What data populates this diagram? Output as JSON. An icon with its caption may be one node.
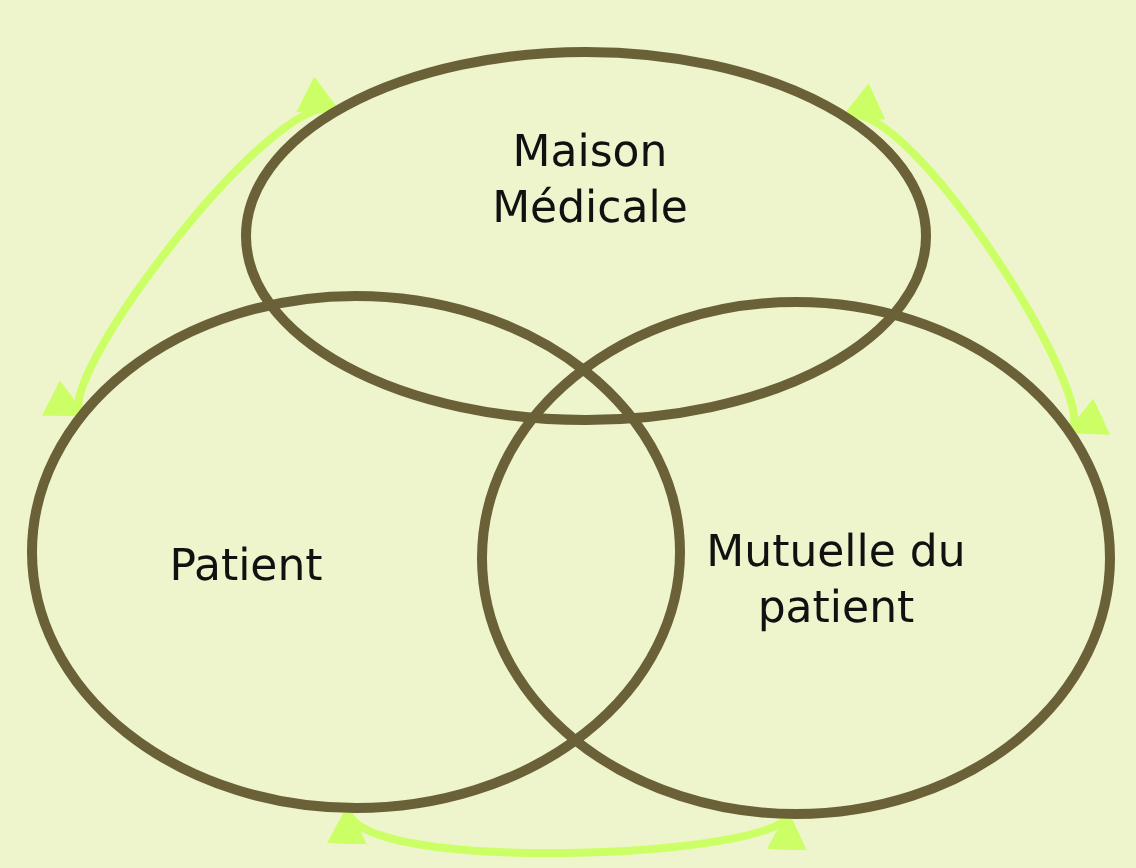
{
  "diagram": {
    "nodes": [
      {
        "text": [
          "Maison Médicale"
        ]
      },
      {
        "text": [
          "Patient"
        ]
      },
      {
        "text": [
          "Mutuelle du patient"
        ]
      }
    ],
    "edges": [
      {
        "from": 0,
        "to": 1,
        "arrow": "both"
      },
      {
        "from": 0,
        "to": 2,
        "arrow": "both"
      },
      {
        "from": 1,
        "to": 2,
        "arrow": "both"
      }
    ]
  }
}
